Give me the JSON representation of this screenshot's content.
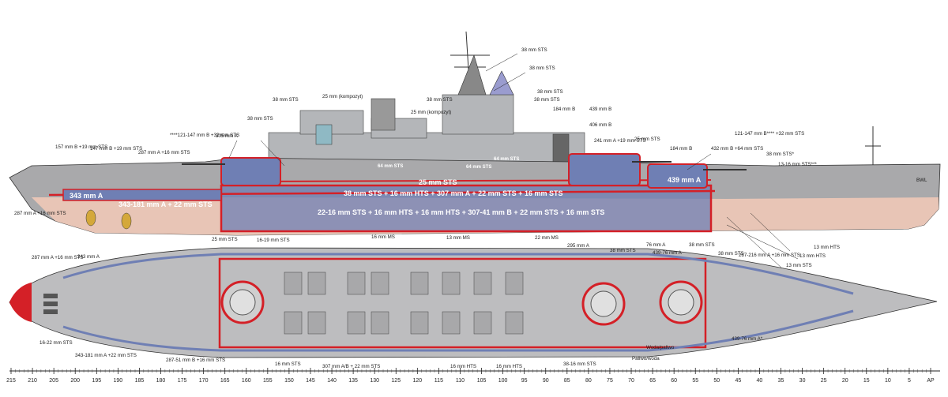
{
  "side_armor_labels": [
    "38 mm STS + 16 mm HTS + 307 mm A + 22 mm STS + 16 mm STS",
    "22-16 mm STS + 16 mm HTS + 16 mm HTS + 307-41 mm B + 22 mm STS + 16 mm STS",
    "343 mm A",
    "343-181 mm A + 22 mm STS",
    "25 mm STS",
    "64 mm STS",
    "64 mm STS",
    "64 mm STS",
    "439 mm A"
  ],
  "side_callouts": [
    "38 mm STS",
    "38 mm STS",
    "38 mm STS",
    "38 mm STS",
    "38 mm STS",
    "25 mm (kompozyt)",
    "25 mm (kompozyt)",
    "38 mm STS",
    "38 mm STS",
    "184 mm B",
    "439 mm B",
    "406 mm B",
    "241 mm A +19 mm STS",
    "25 mm STS",
    "184 mm B",
    "432 mm B +64 mm STS",
    "121-147 mm B**** +32 mm STS",
    "38 mm STS*",
    "13-16 mm STS***",
    "BWL",
    "****121-147 mm B +32 mm STS",
    "305 mm A",
    "157 mm B +19 mm STS",
    "147 mm B +19 mm STS",
    "287 mm A +16 mm STS",
    "287 mm A +16 mm STS",
    "25 mm STS",
    "16-19 mm STS",
    "16 mm MS",
    "13 mm MS",
    "22 mm MS",
    "76 mm A",
    "38 mm STS",
    "38 mm STS",
    "13 mm HTS",
    "13 mm HTS",
    "13 mm STS"
  ],
  "top_callouts": [
    "287 mm A +16 mm STS",
    "343 mm A",
    "16-22 mm STS",
    "343-181 mm A +22 mm STS",
    "287-51 mm B +16 mm STS",
    "16 mm STS",
    "307 mm A/B + 22 mm STS",
    "16 mm HTS",
    "16 mm HTS",
    "38-16 mm STS",
    "Paliwo/woda",
    "Woda/paliwo",
    "439-76 mm A*",
    "287-216 mm A +16 mm STS",
    "439-76 mm A",
    "38 mm STS",
    "295 mm A"
  ],
  "scale_ticks": [
    "215",
    "210",
    "205",
    "200",
    "195",
    "190",
    "185",
    "180",
    "175",
    "170",
    "165",
    "160",
    "155",
    "150",
    "145",
    "140",
    "135",
    "130",
    "125",
    "120",
    "115",
    "110",
    "105",
    "100",
    "95",
    "90",
    "85",
    "80",
    "75",
    "70",
    "65",
    "60",
    "55",
    "50",
    "45",
    "40",
    "35",
    "30",
    "25",
    "20",
    "15",
    "10",
    "5",
    "AP"
  ],
  "colors": {
    "hull_gray": "#a9a9ab",
    "deck_gray": "#bdbdbf",
    "armor_red": "#d42027",
    "armor_blue": "#6f7fb4",
    "hull_pink": "#e8c5b6",
    "dark": "#3a3a3a"
  }
}
